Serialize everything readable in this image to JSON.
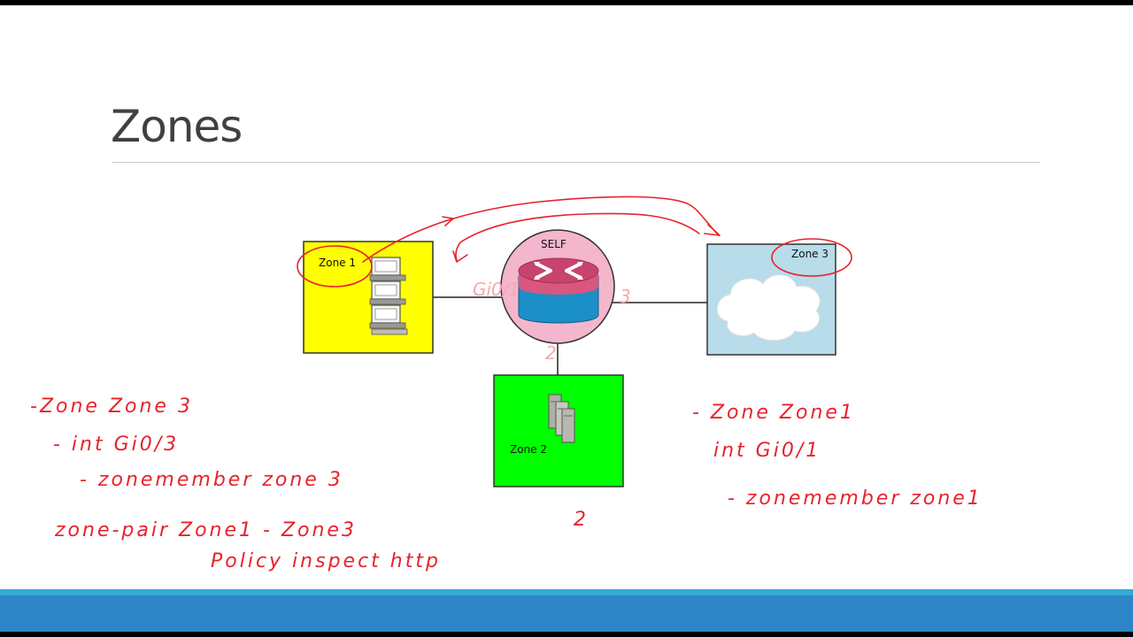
{
  "slide": {
    "title": "Zones"
  },
  "diagram": {
    "router_label": "SELF",
    "zones": [
      {
        "label": "Zone 1",
        "color": "#ffff00"
      },
      {
        "label": "Zone 2",
        "color": "#00ff00"
      },
      {
        "label": "Zone 3",
        "color": "#b8dcea"
      }
    ],
    "router_interfaces": {
      "left": "Gi0/1",
      "right": "3",
      "bottom": "2"
    }
  },
  "annotations": {
    "left_notes": [
      "-Zone Zone 3",
      "- int Gi0/3",
      "- zonemember zone 3",
      "zone-pair  Zone1 - Zone3",
      "Policy inspect http"
    ],
    "right_notes": [
      "- Zone Zone1",
      "int Gi0/1",
      "- zonemember zone1"
    ],
    "bottom_note": "2",
    "ink_color": "#e8222c"
  }
}
